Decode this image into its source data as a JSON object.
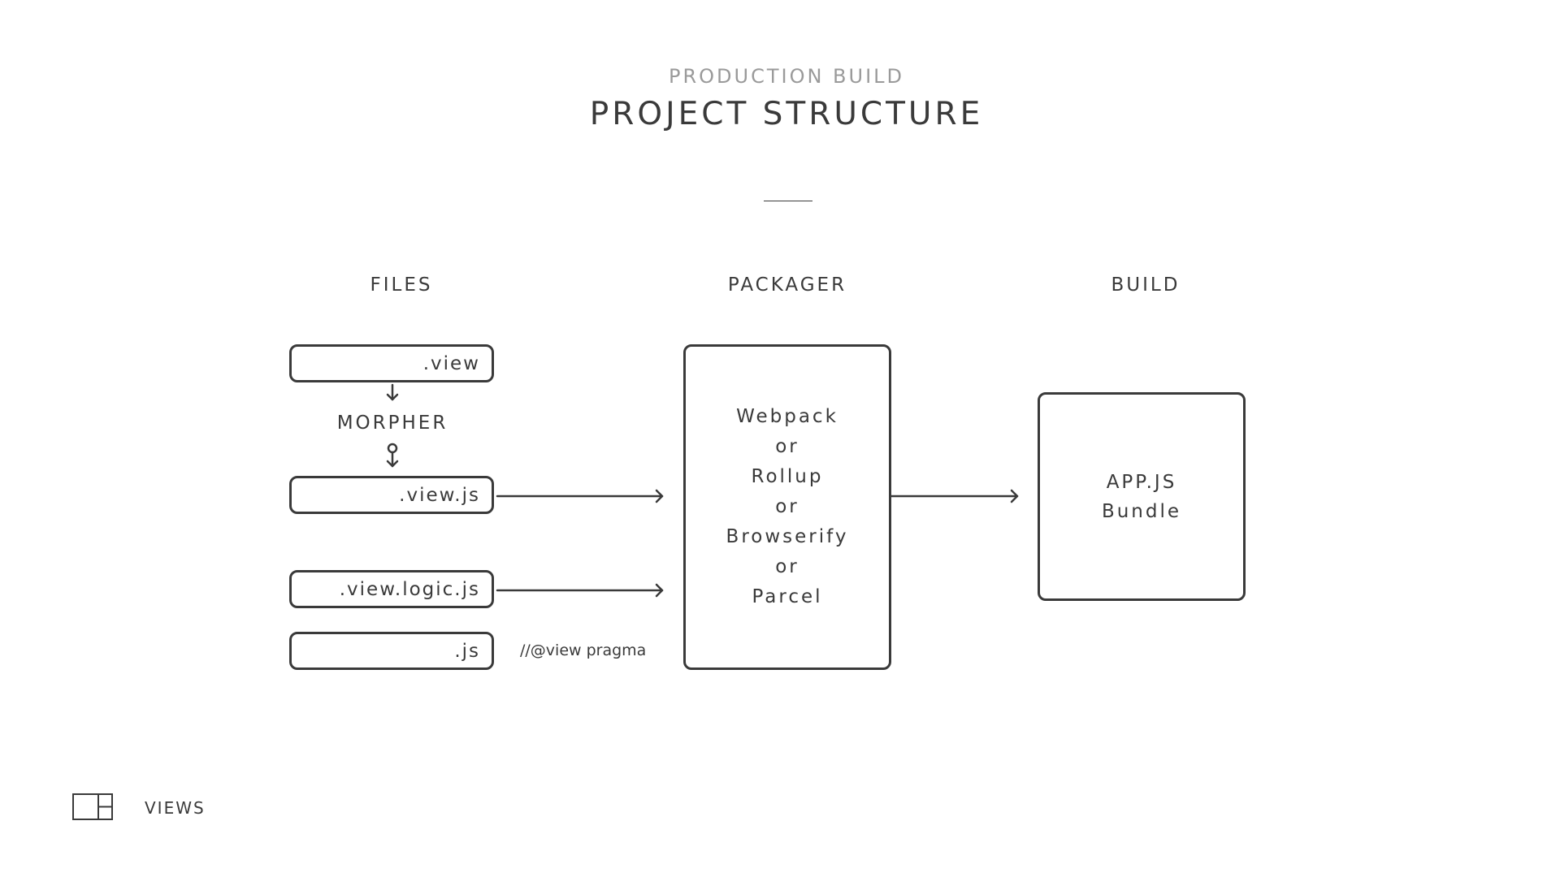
{
  "header": {
    "subtitle": "PRODUCTION BUILD",
    "title": "PROJECT STRUCTURE"
  },
  "columns": {
    "files": "FILES",
    "packager": "PACKAGER",
    "build": "BUILD"
  },
  "files": {
    "view": ".view",
    "morpher": "MORPHER",
    "view_js": ".view.js",
    "view_logic_js": ".view.logic.js",
    "js": ".js",
    "pragma_note": "//@view pragma"
  },
  "packager": {
    "lines": [
      "Webpack",
      "or",
      "Rollup",
      "or",
      "Browserify",
      "or",
      "Parcel"
    ]
  },
  "build": {
    "lines": [
      "APP.JS",
      "Bundle"
    ]
  },
  "footer": {
    "label": "VIEWS",
    "icon": "views-layout-icon"
  },
  "colors": {
    "stroke": "#3a3a3a",
    "subtitle": "#9a9a9a",
    "background": "#ffffff"
  }
}
